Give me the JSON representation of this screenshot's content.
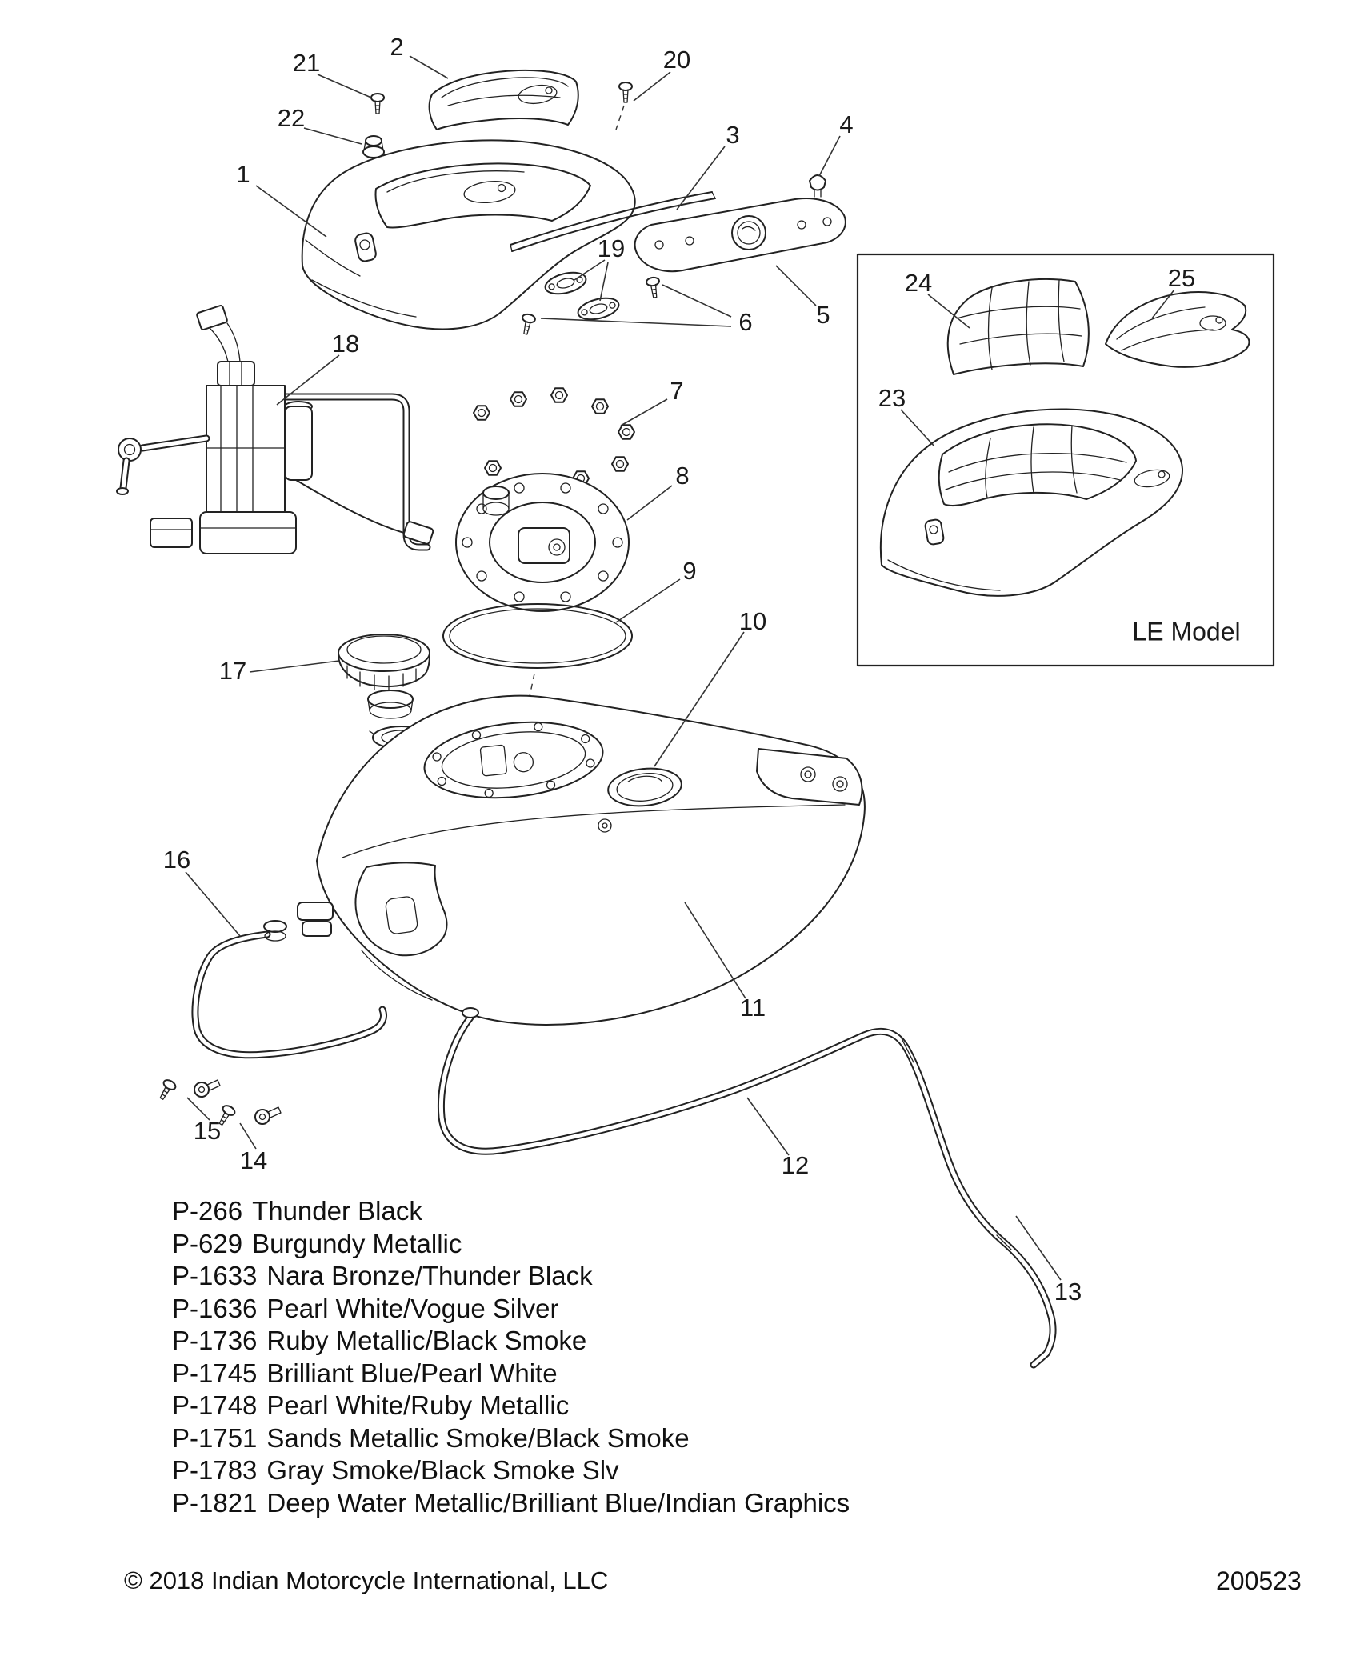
{
  "inset": {
    "label": "LE Model"
  },
  "callouts": {
    "c1": "1",
    "c2": "2",
    "c3": "3",
    "c4": "4",
    "c5": "5",
    "c6": "6",
    "c7": "7",
    "c8": "8",
    "c9": "9",
    "c10": "10",
    "c11": "11",
    "c12": "12",
    "c13": "13",
    "c14": "14",
    "c15": "15",
    "c16": "16",
    "c17": "17",
    "c18": "18",
    "c19": "19",
    "c20": "20",
    "c21": "21",
    "c22": "22",
    "c23": "23",
    "c24": "24",
    "c25": "25"
  },
  "colors": [
    {
      "code": "P-266",
      "name": "Thunder Black"
    },
    {
      "code": "P-629",
      "name": "Burgundy Metallic"
    },
    {
      "code": "P-1633",
      "name": "Nara Bronze/Thunder Black"
    },
    {
      "code": "P-1636",
      "name": "Pearl White/Vogue Silver"
    },
    {
      "code": "P-1736",
      "name": "Ruby Metallic/Black Smoke"
    },
    {
      "code": "P-1745",
      "name": "Brilliant Blue/Pearl White"
    },
    {
      "code": "P-1748",
      "name": "Pearl White/Ruby Metallic"
    },
    {
      "code": "P-1751",
      "name": "Sands Metallic Smoke/Black Smoke"
    },
    {
      "code": "P-1783",
      "name": "Gray Smoke/Black Smoke Slv"
    },
    {
      "code": "P-1821",
      "name": "Deep Water Metallic/Brilliant Blue/Indian Graphics"
    }
  ],
  "footer": {
    "copyright": "© 2018 Indian Motorcycle International, LLC",
    "doc_number": "200523"
  }
}
